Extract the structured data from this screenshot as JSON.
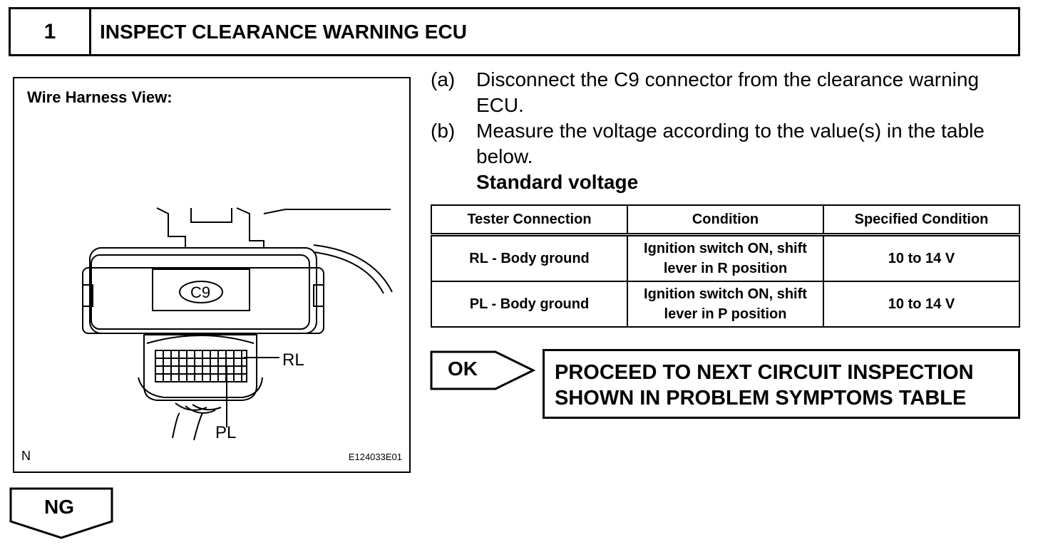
{
  "header": {
    "step_number": "1",
    "title": "INSPECT CLEARANCE WARNING ECU"
  },
  "figure": {
    "title": "Wire Harness View:",
    "connector_label": "C9",
    "terminal_rl": "RL",
    "terminal_pl": "PL",
    "corner_n": "N",
    "figure_id": "E124033E01"
  },
  "instructions": [
    {
      "letter": "(a)",
      "text": "Disconnect the C9 connector from the clearance warning ECU."
    },
    {
      "letter": "(b)",
      "text": "Measure the voltage according to the value(s) in the table below."
    }
  ],
  "standard_label": "Standard voltage",
  "table": {
    "headers": [
      "Tester Connection",
      "Condition",
      "Specified Condition"
    ],
    "rows": [
      {
        "connection": "RL - Body ground",
        "condition": "Ignition switch ON, shift lever in R position",
        "spec": "10 to 14 V"
      },
      {
        "connection": "PL - Body ground",
        "condition": "Ignition switch ON, shift lever in P position",
        "spec": "10 to 14 V"
      }
    ]
  },
  "ok": {
    "label": "OK",
    "result_line1": "PROCEED TO NEXT CIRCUIT INSPECTION",
    "result_line2": "SHOWN IN PROBLEM SYMPTOMS TABLE"
  },
  "ng": {
    "label": "NG"
  }
}
